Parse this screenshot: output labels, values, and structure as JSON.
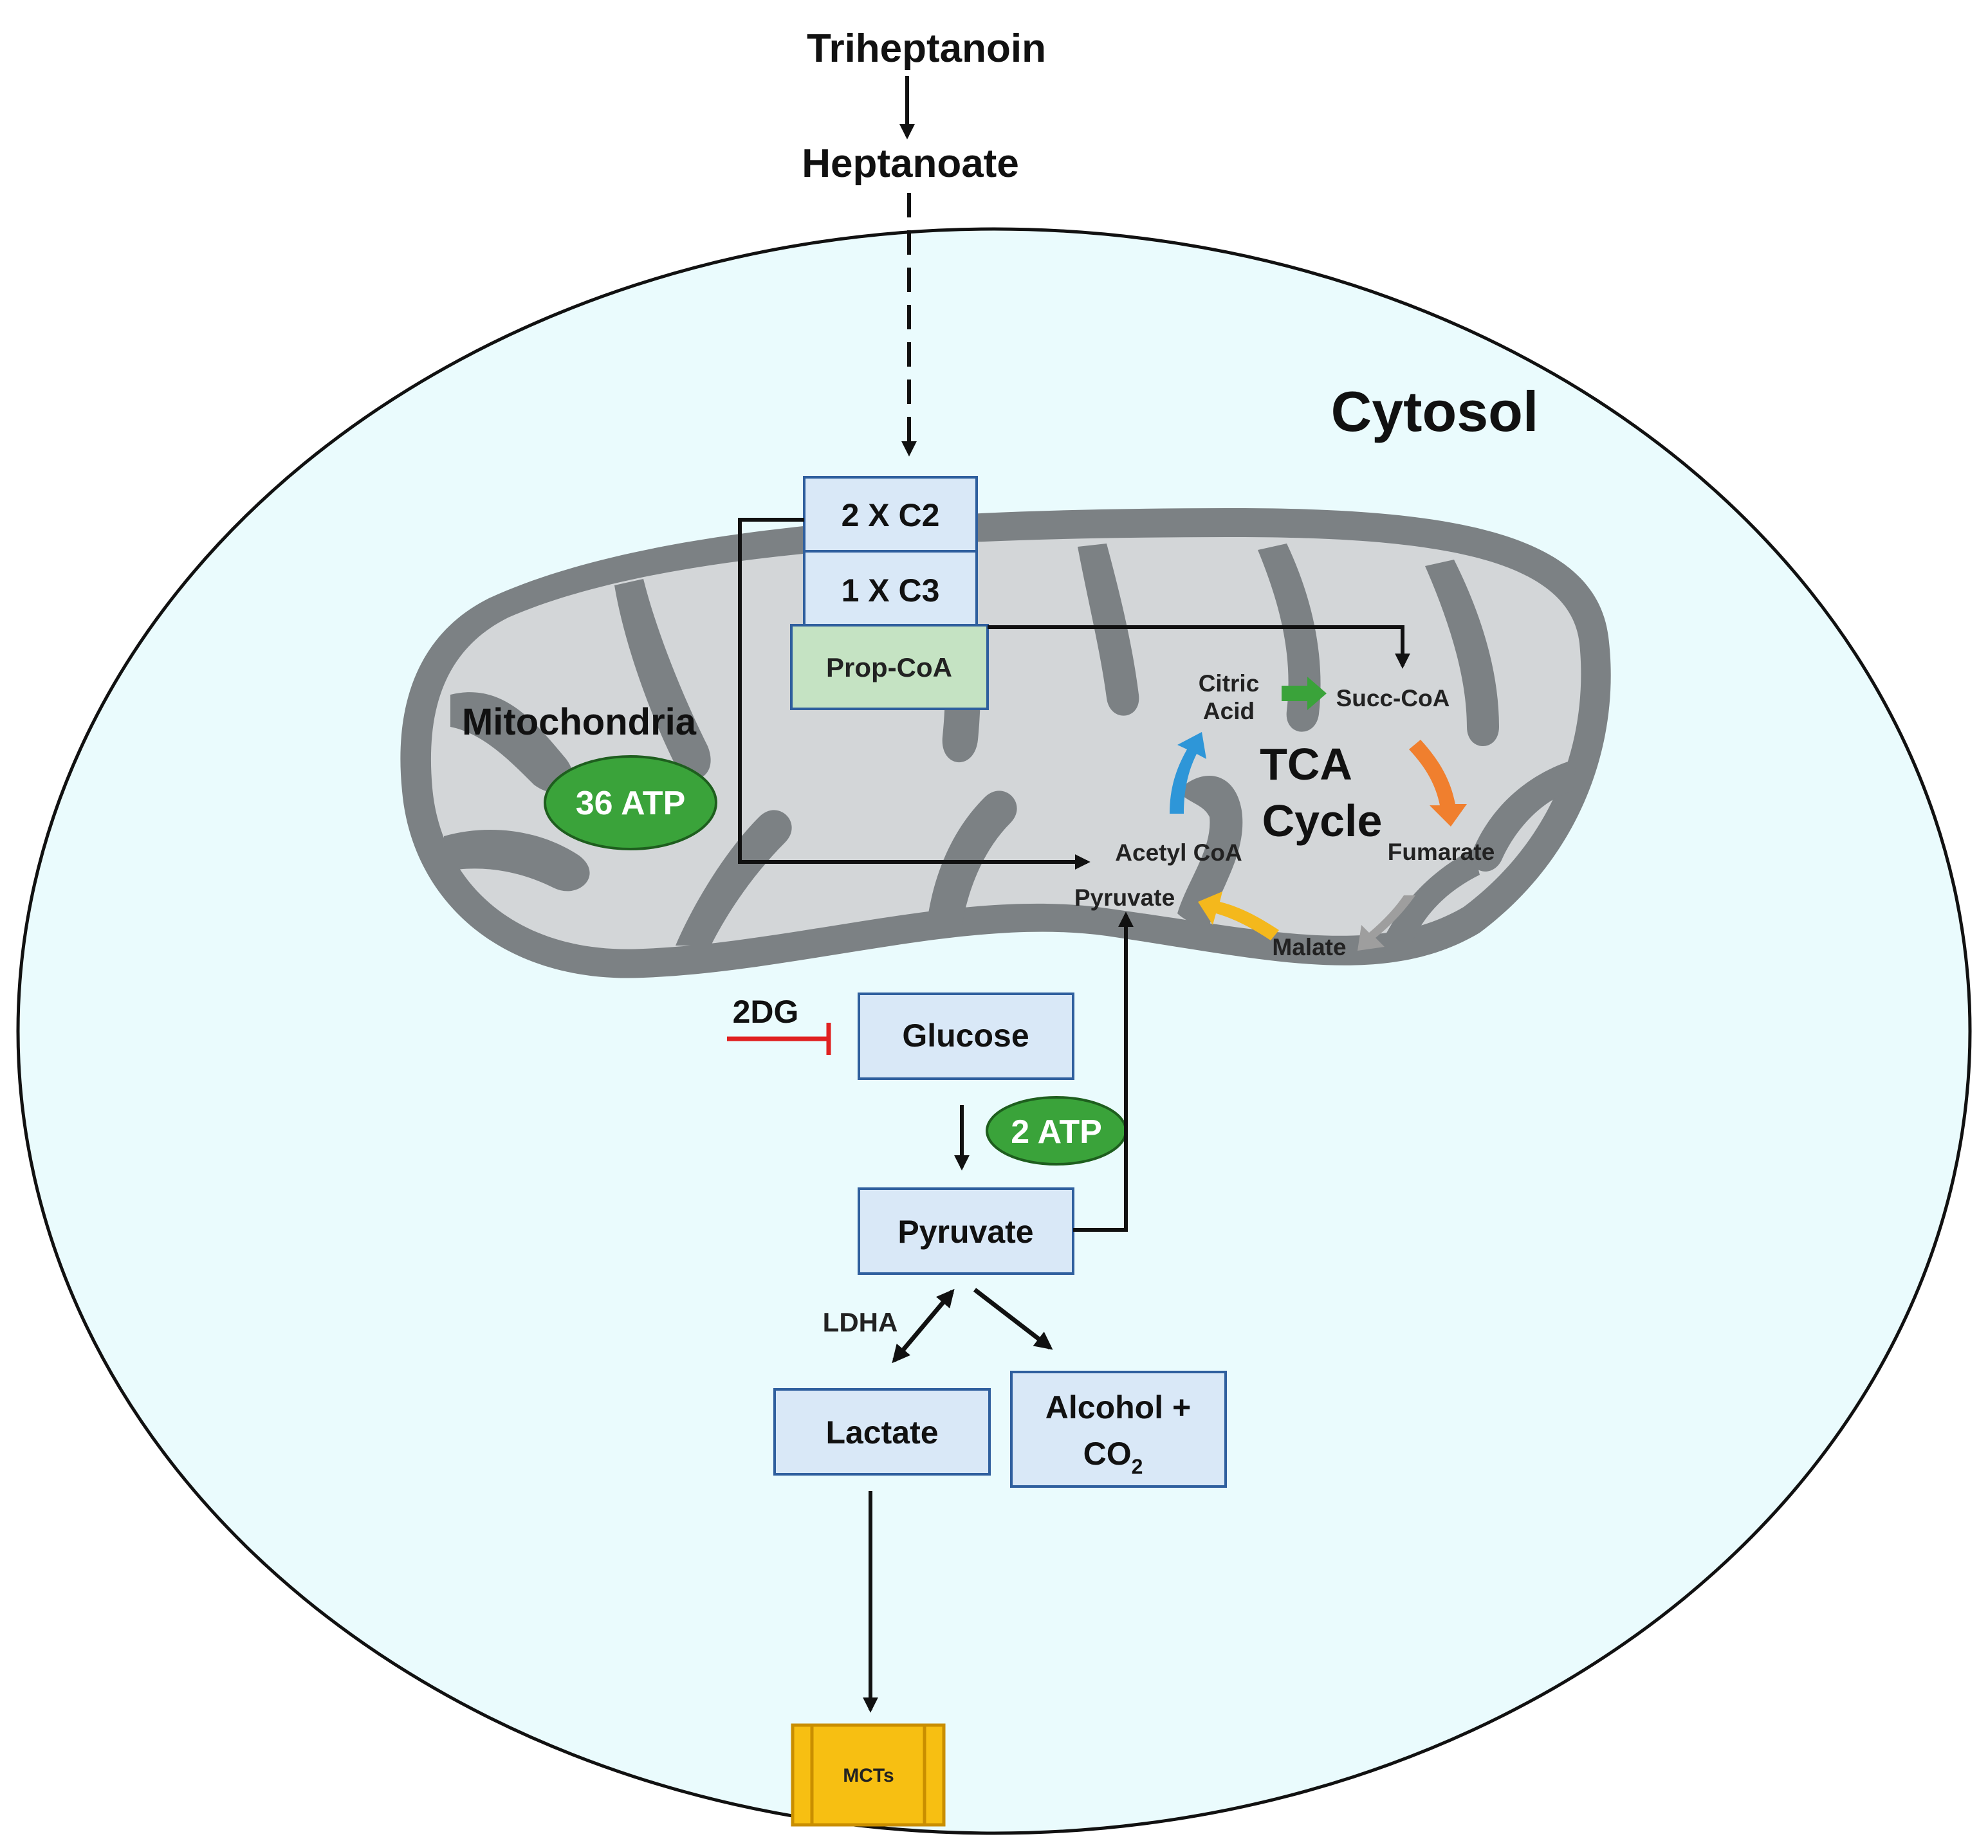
{
  "title": {
    "precursor": "Triheptanoin",
    "product": "Heptanoate"
  },
  "compartments": {
    "cytosol": "Cytosol",
    "mitochondria": "Mitochondria"
  },
  "mito_boxes": {
    "c2": "2 X C2",
    "c3": "1 X C3",
    "propcoa": "Prop-CoA"
  },
  "tca": {
    "label_line1": "TCA",
    "label_line2": "Cycle",
    "citric_line1": "Citric",
    "citric_line2": "Acid",
    "succ": "Succ-CoA",
    "fumarate": "Fumarate",
    "malate": "Malate",
    "acetyl": "Acetyl CoA",
    "pyruvate": "Pyruvate",
    "arrow_colors": {
      "green": "#3aa33a",
      "orange": "#f07f2e",
      "gray": "#9e9e9e",
      "yellow": "#f4b81c",
      "blue": "#2e96d8"
    }
  },
  "atp": {
    "mito": "36 ATP",
    "glycolysis": "2 ATP",
    "color": "#3aa33a"
  },
  "cytosol_boxes": {
    "glucose": "Glucose",
    "pyruvate": "Pyruvate",
    "lactate": "Lactate",
    "alcohol": "Alcohol +",
    "co2_main": "CO",
    "co2_sub": "2"
  },
  "labels": {
    "inhibitor": "2DG",
    "enzyme": "LDHA",
    "transporter": "MCTs"
  },
  "colors": {
    "cytosol_fill": "#eafbfd",
    "mito_outer": "#7c8184",
    "mito_inner": "#d3d6d8",
    "box_fill": "#d9e8f7",
    "box_border": "#2f5f9e",
    "propcoa_fill": "#c5e3c3",
    "inhibit": "#e02020",
    "mct_fill": "#f7bf12",
    "mct_border": "#c98e00"
  }
}
